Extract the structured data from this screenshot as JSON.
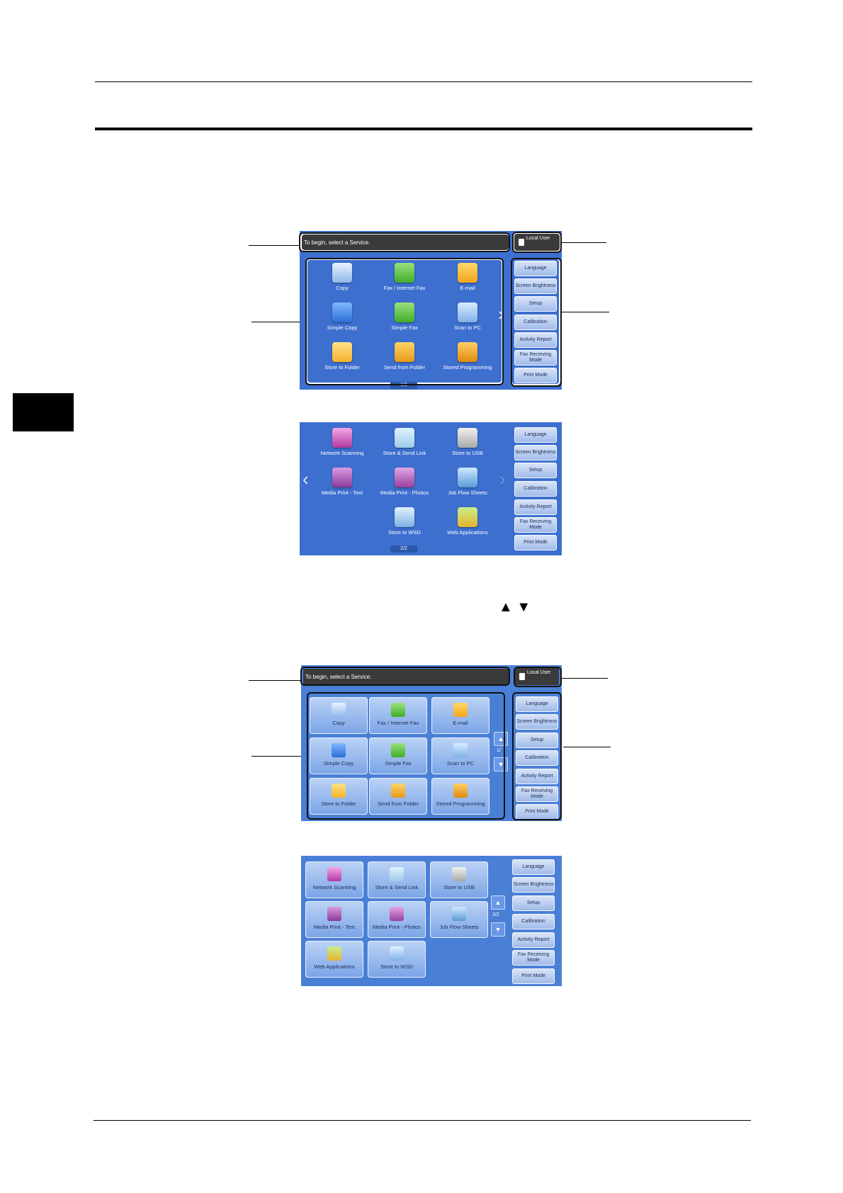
{
  "page": {
    "arrow_symbols": "▲ ▼"
  },
  "screen1": {
    "message": "To begin, select a Service.",
    "user": "Local User",
    "pager": "1/2",
    "services": [
      "Copy",
      "Fax / Internet Fax",
      "E-mail",
      "Simple Copy",
      "Simple Fax",
      "Scan to PC",
      "Store to Folder",
      "Send from Folder",
      "Stored Programming"
    ],
    "side_buttons": [
      "Language",
      "Screen Brightness",
      "Setup",
      "Calibration",
      "Activity Report",
      "Fax Receiving Mode",
      "Print Mode"
    ]
  },
  "screen2": {
    "pager": "2/2",
    "services": [
      "Network Scanning",
      "Store & Send Link",
      "Store to USB",
      "Media Print - Text",
      "Media Print - Photos",
      "Job Flow Sheets",
      "Store to WSD",
      "Web Applications"
    ],
    "side_buttons": [
      "Language",
      "Screen Brightness",
      "Setup",
      "Calibration",
      "Activity Report",
      "Fax Receiving Mode",
      "Print Mode"
    ]
  },
  "screen3": {
    "message": "To begin, select a Service.",
    "user": "Local User",
    "services": [
      "Copy",
      "Fax / Internet Fax",
      "E-mail",
      "Simple Copy",
      "Simple Fax",
      "Scan to PC",
      "Store to Folder",
      "Send from Folder",
      "Stored Programming"
    ],
    "scroll_indicator": "1/",
    "side_buttons": [
      "Language",
      "Screen Brightness",
      "Setup",
      "Calibration",
      "Activity Report",
      "Fax Receiving Mode",
      "Print Mode"
    ]
  },
  "screen4": {
    "services": [
      "Network Scanning",
      "Store & Send Link",
      "Store to USB",
      "Media Print - Text",
      "Media Print - Photos",
      "Job Flow Sheets",
      "Web Applications",
      "Store to WSD"
    ],
    "scroll_indicator": "2/2",
    "side_buttons": [
      "Language",
      "Screen Brightness",
      "Setup",
      "Calibration",
      "Activity Report",
      "Fax Receiving Mode",
      "Print Mode"
    ]
  }
}
